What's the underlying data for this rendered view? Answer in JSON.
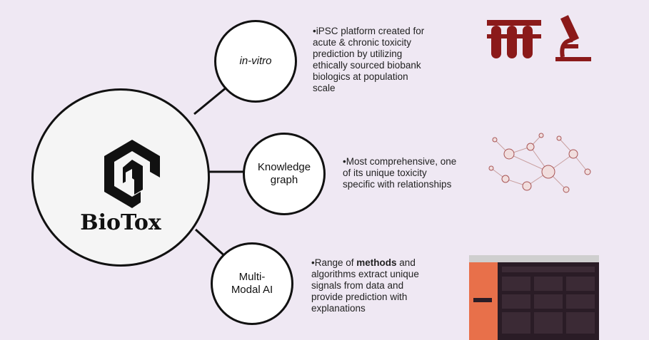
{
  "hub": {
    "name": "BioTox",
    "logo_icon": "biotox-hexagon-logo"
  },
  "nodes": [
    {
      "label": "in-vitro",
      "description": "•iPSC platform created for\nacute & chronic toxicity\nprediction by utilizing\nethically sourced biobank\nbiologics at population\nscale",
      "icon": "test-tubes-microscope-icon"
    },
    {
      "label": "Knowledge\ngraph",
      "description": "•Most comprehensive, one\n  of its unique toxicity\n  specific with relationships",
      "icon": "network-graph-icon"
    },
    {
      "label": "Multi-\nModal AI",
      "description_pre": "•Range of ",
      "description_bold": "methods",
      "description_post": " and\nalgorithms extract unique\nsignals from data and\nprovide prediction with\nexplanations",
      "icon": "platform-screenshot-icon"
    }
  ],
  "colors": {
    "dark": "#111111",
    "accent": "#8b1a1a",
    "background": "#efe8f3",
    "orange": "#e8704a"
  }
}
